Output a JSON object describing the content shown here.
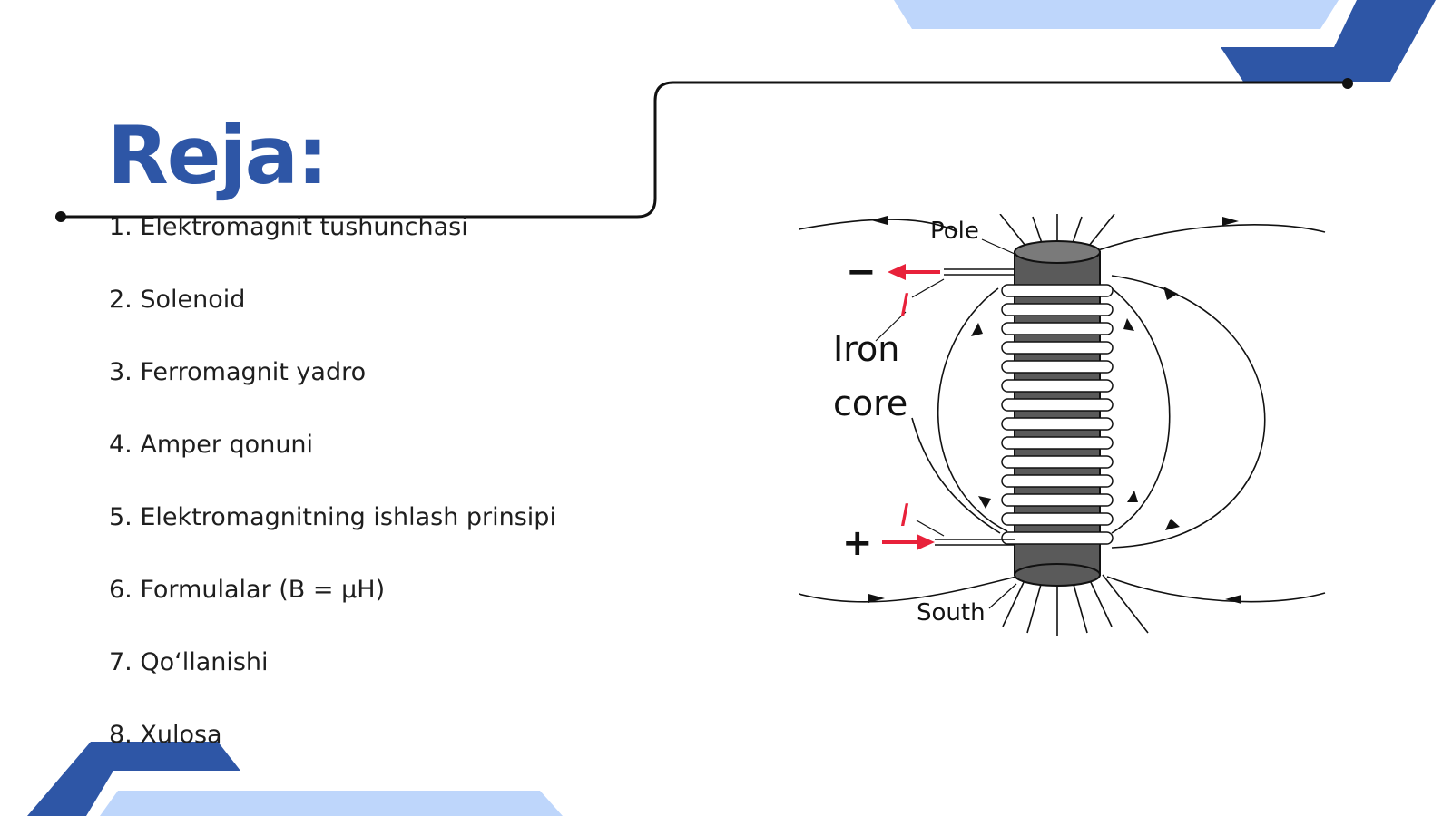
{
  "slide": {
    "title": "Reja:",
    "items": [
      "1. Elektromagnit tushunchasi",
      "2. Solenoid",
      "3. Ferromagnit yadro",
      "4. Amper qonuni",
      "5. Elektromagnitning ishlash prinsipi",
      "6. Formulalar (B = µH)",
      "7.  Qo‘llanishi",
      "8. Xulosa"
    ]
  },
  "figure": {
    "pole_label": "Pole",
    "south_label": "South",
    "core_label_line1": "Iron",
    "core_label_line2": "core",
    "current_label": "I",
    "minus_sign": "−",
    "plus_sign": "+"
  },
  "colors": {
    "accent_dark": "#2e56a6",
    "accent_light": "#bed6fb",
    "text": "#1e1e1e",
    "current_arrow": "#e8213a"
  }
}
